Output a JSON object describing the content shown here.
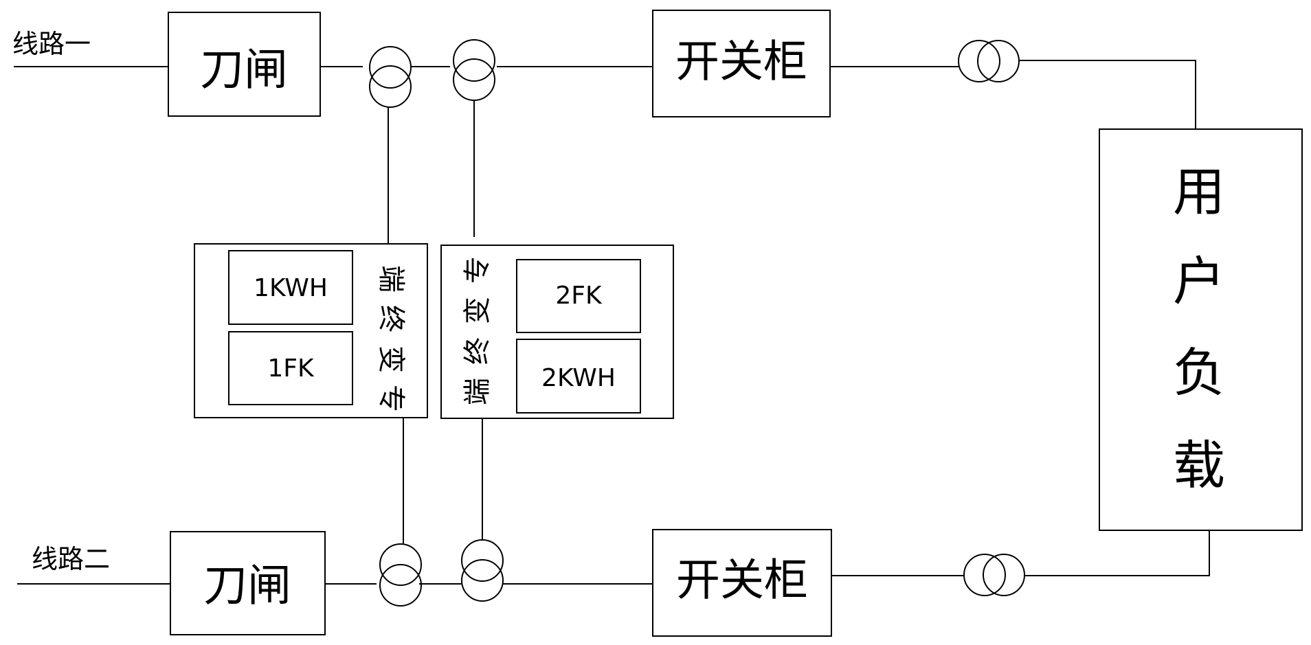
{
  "line1": {
    "name": "线路一",
    "disconnector": "刀闸",
    "switchgear": "开关柜"
  },
  "line2": {
    "name": "线路二",
    "disconnector": "刀闸",
    "switchgear": "开关柜"
  },
  "load": {
    "label_chars": [
      "用",
      "户",
      "负",
      "载"
    ]
  },
  "terminal1": {
    "vertical_label_chars": [
      "专",
      "变",
      "终",
      "端"
    ],
    "meter_top": "1KWH",
    "meter_bottom": "1FK"
  },
  "terminal2": {
    "vertical_label_chars": [
      "专",
      "变",
      "终",
      "端"
    ],
    "meter_top": "2FK",
    "meter_bottom": "2KWH"
  }
}
